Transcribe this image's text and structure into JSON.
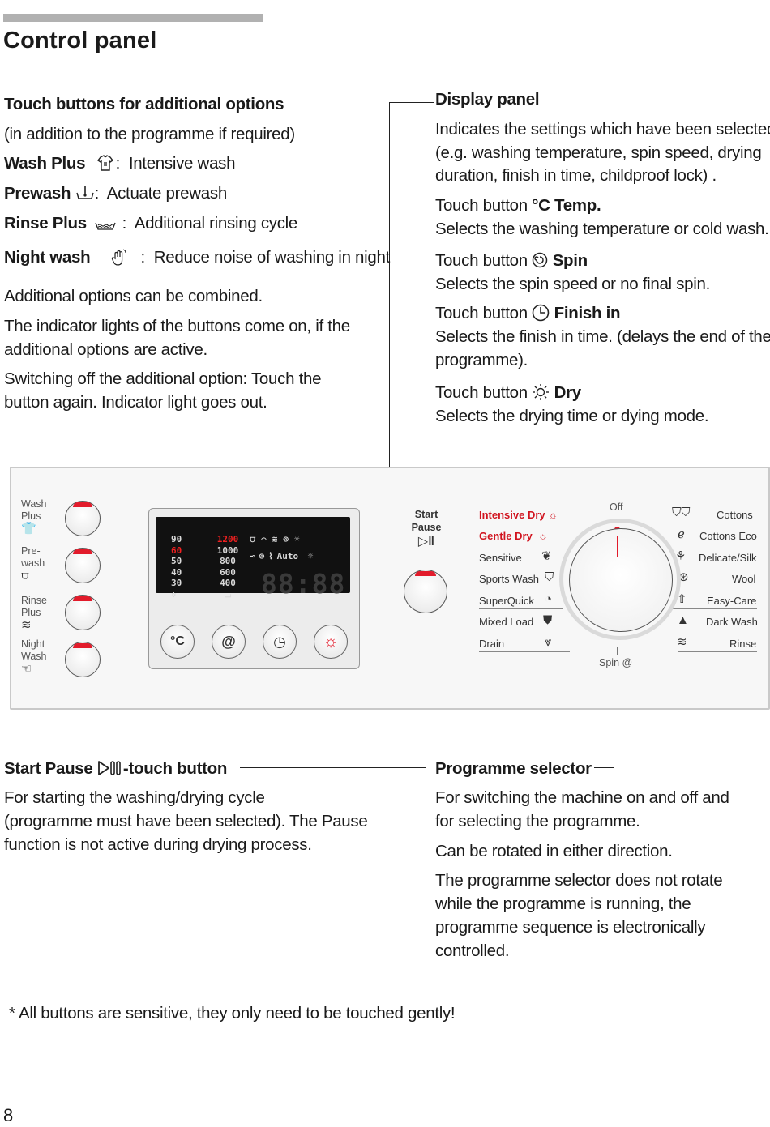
{
  "heading": {
    "title": "Control panel"
  },
  "left": {
    "touch_title": "Touch buttons for additional options",
    "touch_sub": "(in addition to the programme if required)",
    "options": [
      {
        "name": "Wash Plus",
        "sep": ":",
        "desc": "Intensive wash",
        "icon": "shirt-icon"
      },
      {
        "name": "Prewash",
        "sep": ":",
        "desc": "Actuate prewash",
        "icon": "prewash-icon"
      },
      {
        "name": "Rinse Plus",
        "sep": ":",
        "desc": "Additional rinsing cycle",
        "icon": "rinse-icon"
      },
      {
        "name": "Night wash",
        "sep": ":",
        "desc": "Reduce noise of washing in night",
        "icon": "night-hand-icon"
      }
    ],
    "p1": "Additional options can be combined.",
    "p2a": "The indicator lights of the buttons come on, if the",
    "p2b": "additional options are active.",
    "p3a": "Switching off the additional option: Touch the",
    "p3b": "button again. Indicator light goes out."
  },
  "right": {
    "display_title": "Display panel",
    "display_l1": "Indicates the settings which have been selected",
    "display_l2": "(e.g. washing temperature, spin speed, drying",
    "display_l3": "duration, finish in time, childproof lock) .",
    "tb_prefix": "Touch button",
    "temp_label": "°C Temp.",
    "temp_desc": "Selects the washing temperature or cold wash.",
    "spin_label": "Spin",
    "spin_desc": "Selects the spin speed or no final spin.",
    "finish_label": "Finish in",
    "finish_desc1": "Selects the finish in time. (delays the end of the",
    "finish_desc2": "programme).",
    "dry_label": "Dry",
    "dry_desc": "Selects the drying time or dying mode."
  },
  "panel": {
    "opt_labels": [
      {
        "l1": "Wash",
        "l2": "Plus"
      },
      {
        "l1": "Pre-",
        "l2": "wash"
      },
      {
        "l1": "Rinse",
        "l2": "Plus"
      },
      {
        "l1": "Night",
        "l2": "Wash"
      }
    ],
    "temps": [
      "90",
      "60",
      "50",
      "40",
      "30",
      "✲"
    ],
    "speeds": [
      "1200",
      "1000",
      "800",
      "600",
      "400"
    ],
    "auto": "Auto",
    "digits": "88:88",
    "temp_btn": "°C",
    "start_l1": "Start",
    "start_l2": "Pause",
    "prog_left": [
      "Intensive Dry",
      "Gentle Dry",
      "Sensitive",
      "Sports Wash",
      "SuperQuick",
      "Mixed Load",
      "Drain"
    ],
    "prog_right": [
      "Cottons",
      "Cottons Eco",
      "Delicate/Silk",
      "Wool",
      "Easy-Care",
      "Dark Wash",
      "Rinse"
    ],
    "off": "Off",
    "spin": "Spin"
  },
  "bottom": {
    "start_title_a": "Start Pause",
    "start_title_b": "-touch button",
    "start_l1": "For starting the washing/drying cycle",
    "start_l2": "(programme must have been selected). The Pause",
    "start_l3": "function is not active during drying process.",
    "prog_title": "Programme selector",
    "prog_l1": "For switching the machine on and off and",
    "prog_l2": "for selecting the programme.",
    "prog_l3": "Can be rotated in either direction.",
    "prog_l4": "The programme selector does not rotate",
    "prog_l5": "while the programme is running, the",
    "prog_l6": "programme sequence is electronically",
    "prog_l7": "controlled."
  },
  "footnote": "* All buttons are sensitive, they only need to be touched gently!",
  "page_number": "8",
  "colors": {
    "accent_red": "#e21b2b",
    "text": "#1a1a1a",
    "rule": "#b1b1b1"
  }
}
